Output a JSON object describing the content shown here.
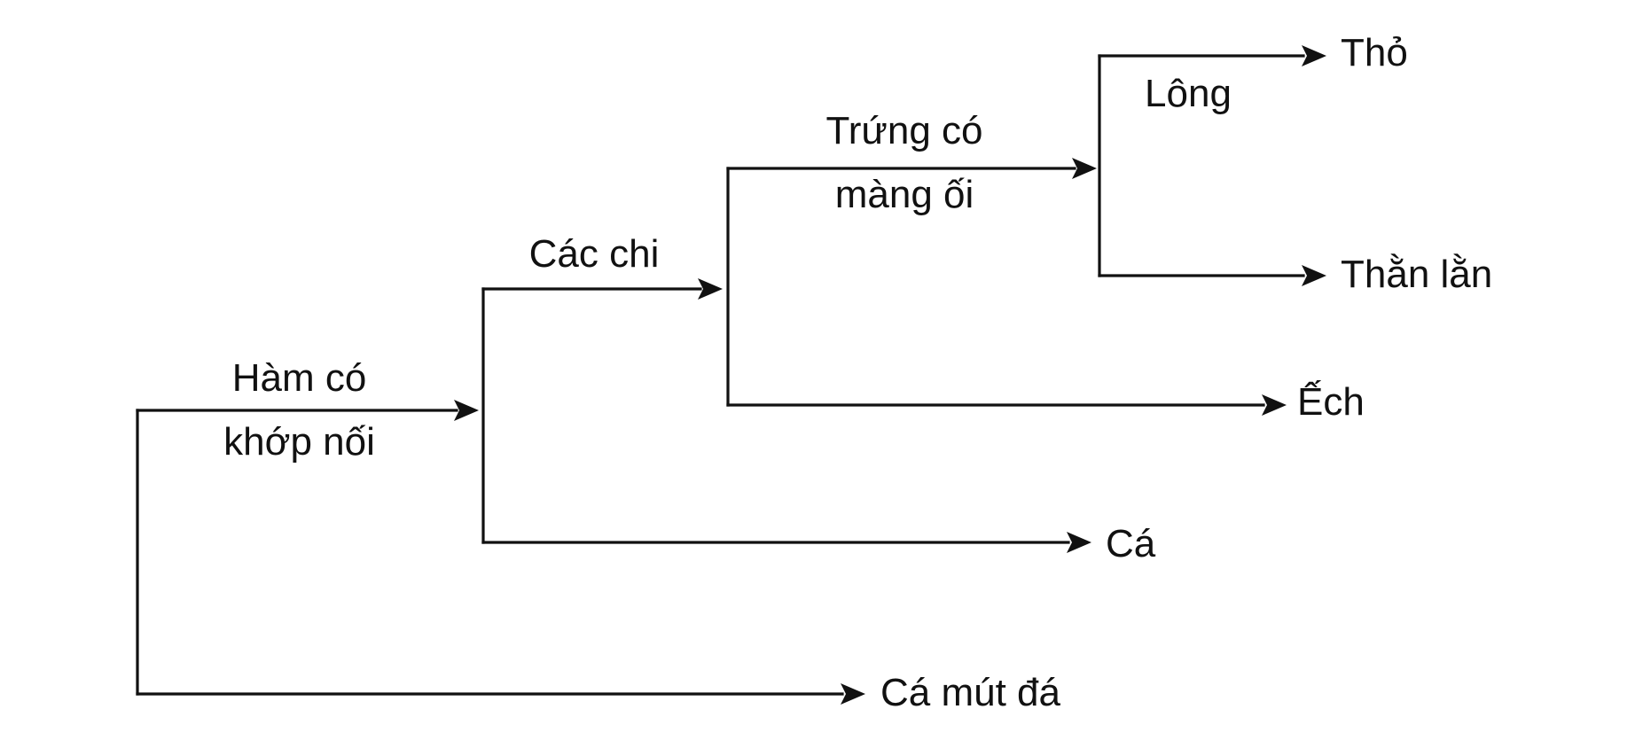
{
  "diagram": {
    "taxa": {
      "tho": "Thỏ",
      "than_lan": "Thằn lằn",
      "ech": "Ếch",
      "ca": "Cá",
      "ca_mut_da": "Cá mút đá"
    },
    "traits": {
      "ham_co_khop_noi": [
        "Hàm có",
        "khớp nối"
      ],
      "cac_chi": [
        "Các chi"
      ],
      "trung_co_mang_oi": [
        "Trứng có",
        "màng ối"
      ],
      "long": [
        "Lông"
      ]
    },
    "colors": {
      "line": "#111111",
      "background": "#ffffff"
    }
  }
}
